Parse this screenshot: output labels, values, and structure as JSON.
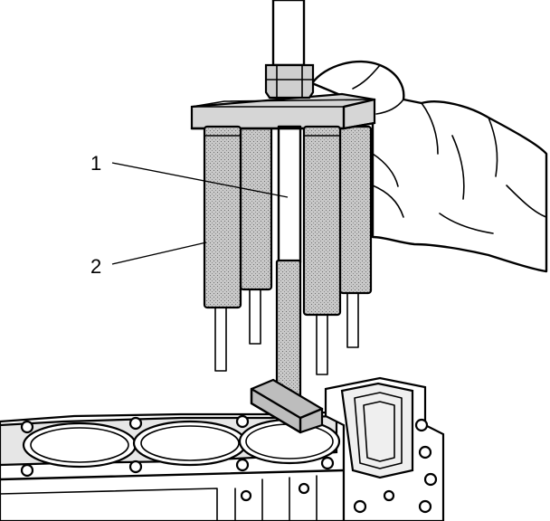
{
  "callouts": [
    {
      "number": "1"
    },
    {
      "number": "2"
    }
  ],
  "icons": [
    "puller-tool-illustration",
    "engine-block-illustration",
    "hand-illustration"
  ],
  "colors": {
    "ink": "#000000",
    "background": "#ffffff",
    "shade": "#bdbdbd"
  }
}
